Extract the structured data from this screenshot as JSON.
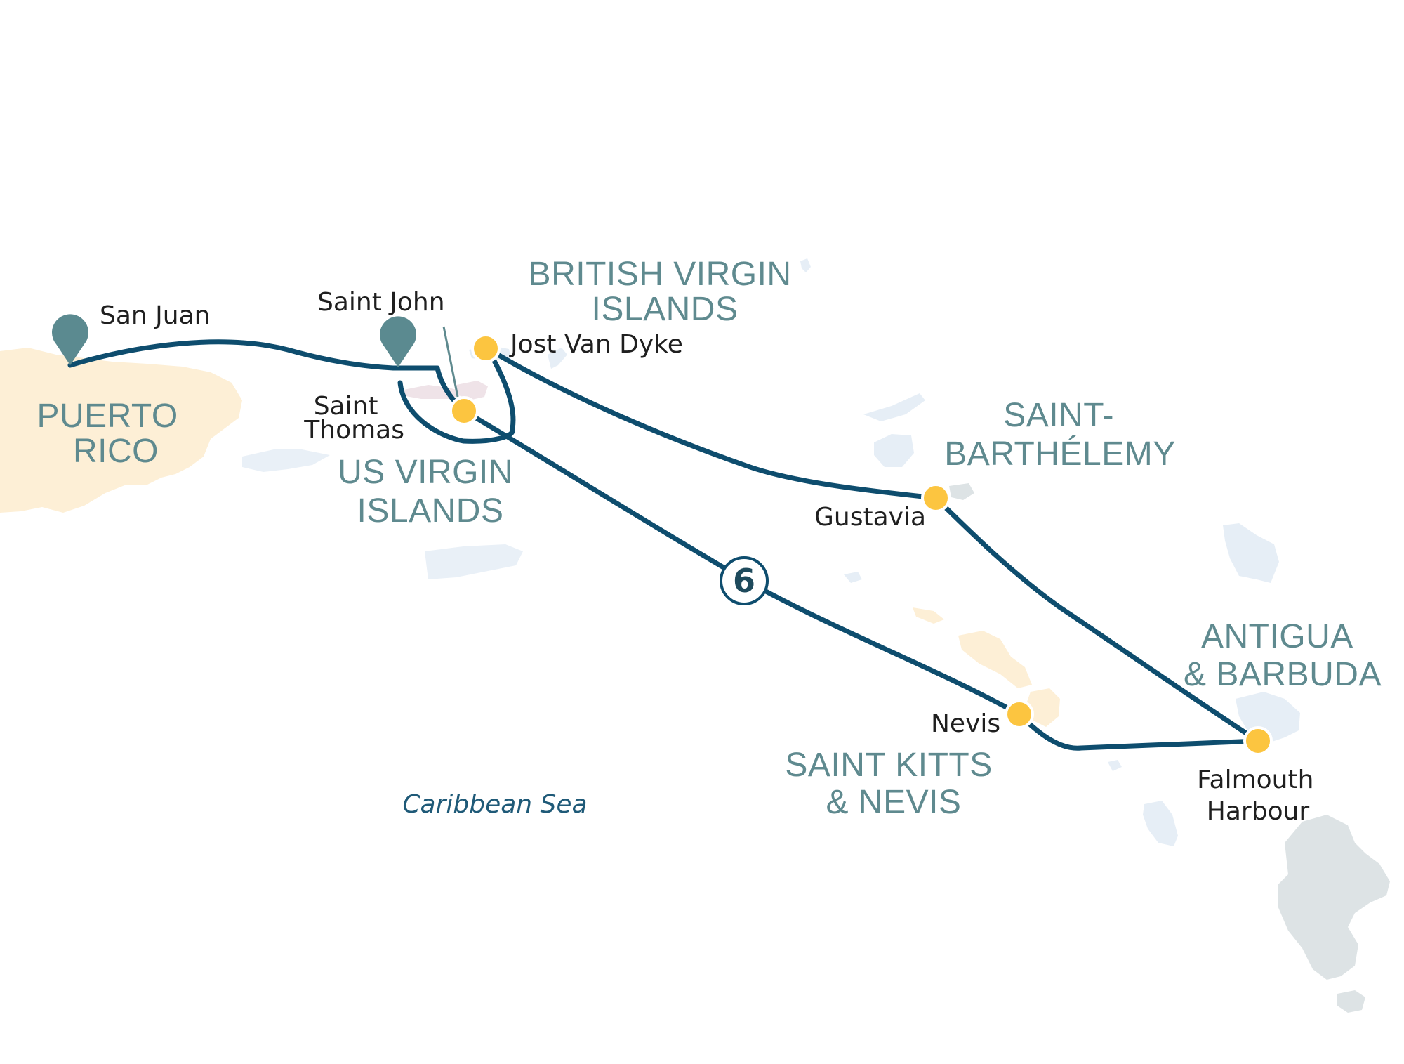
{
  "map": {
    "sea_label": "Caribbean Sea",
    "day_badge": "6",
    "countries": {
      "puerto_rico": [
        "PUERTO",
        "RICO"
      ],
      "british_virgin_islands": [
        "BRITISH VIRGIN",
        "ISLANDS"
      ],
      "us_virgin_islands": [
        "US VIRGIN",
        "ISLANDS"
      ],
      "saint_barthelemy": [
        "SAINT-",
        "BARTHÉLEMY"
      ],
      "antigua_barbuda": [
        "ANTIGUA",
        "& BARBUDA"
      ],
      "saint_kitts_nevis": [
        "SAINT KITTS",
        "& NEVIS"
      ]
    },
    "ports": {
      "san_juan": [
        "San Juan"
      ],
      "saint_john": [
        "Saint John"
      ],
      "saint_thomas": [
        "Saint",
        "Thomas"
      ],
      "jost_van_dyke": [
        "Jost Van Dyke"
      ],
      "gustavia": [
        "Gustavia"
      ],
      "nevis": [
        "Nevis"
      ],
      "falmouth_harbour": [
        "Falmouth",
        "Harbour"
      ]
    },
    "colors": {
      "route": "#0e4d6e",
      "port_marker": "#fcc540",
      "pin": "#5b8a90",
      "land_puerto_rico": "#fdefd6",
      "land_islands": "#e6eef6",
      "land_guadeloupe": "#dde3e5"
    }
  }
}
